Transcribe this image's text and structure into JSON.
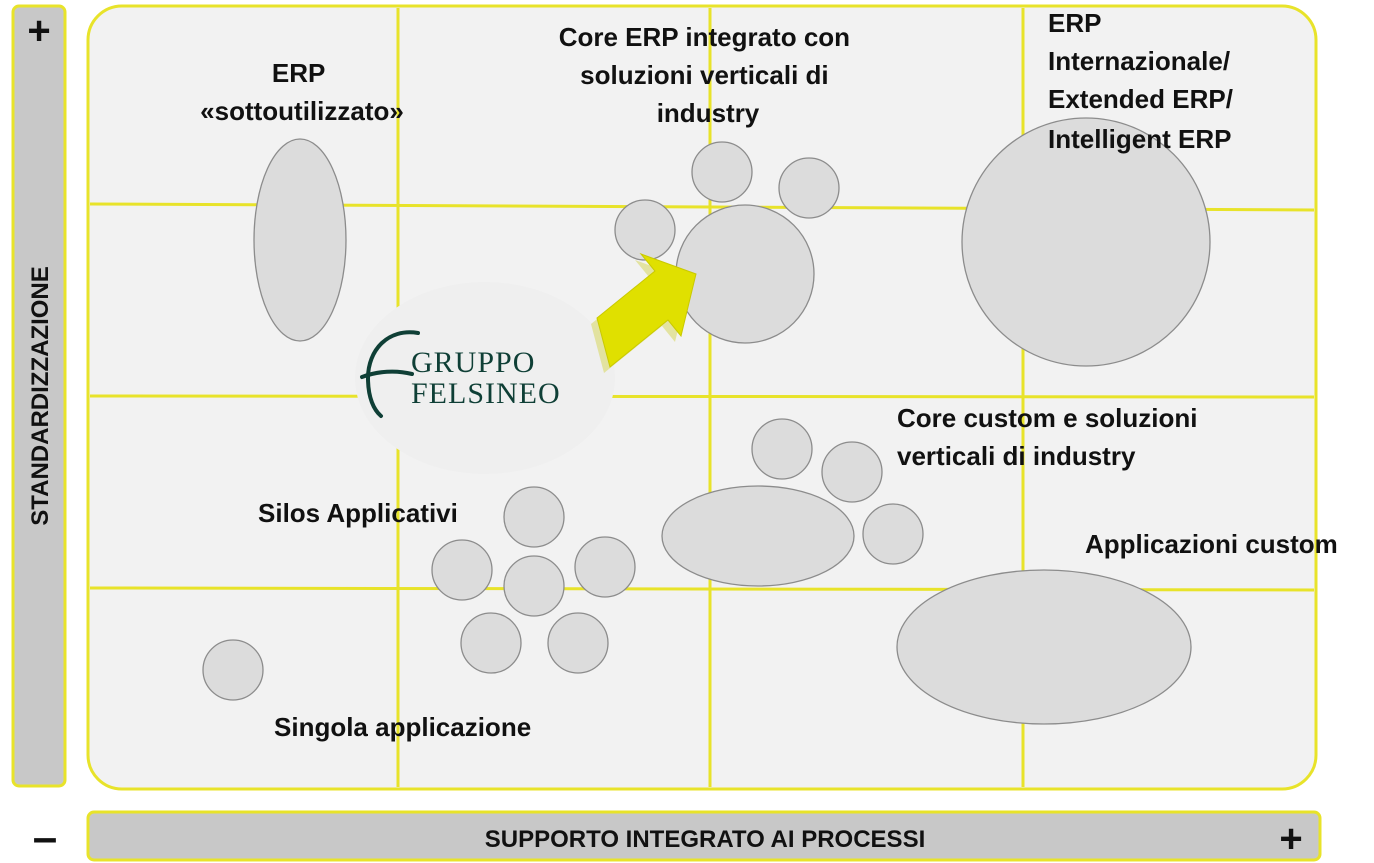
{
  "diagram": {
    "labels": {
      "erp_sottoutilizzato": [
        "ERP",
        "«sottoutilizzato»"
      ],
      "core_erp_integrato": [
        "Core ERP integrato con",
        "soluzioni verticali di",
        "industry"
      ],
      "erp_internazionale": [
        "ERP",
        "Internazionale/",
        "Extended ERP/",
        "Intelligent ERP"
      ],
      "core_custom": [
        "Core custom e soluzioni",
        "verticali di industry"
      ],
      "silos_applicativi": "Silos Applicativi",
      "applicazioni_custom": "Applicazioni custom",
      "singola_applicazione": "Singola applicazione"
    },
    "y_axis": {
      "label": "STANDARDIZZAZIONE",
      "top_symbol": "+"
    },
    "x_axis": {
      "label": "SUPPORTO INTEGRATO AI PROCESSI",
      "left_symbol": "–",
      "right_symbol": "+"
    },
    "logo": {
      "line1": "GRUPPO",
      "line2": "FELSINEO"
    },
    "colors": {
      "grid_yellow": "#e8e32a",
      "panel_fill": "#f2f2f2",
      "bubble_fill": "#dcdcdc",
      "bubble_stroke": "#8c8c8c",
      "arrow_yellow": "#e0e000",
      "axis_bar": "#c8c8c8",
      "logo_green": "#0f3f36"
    }
  }
}
